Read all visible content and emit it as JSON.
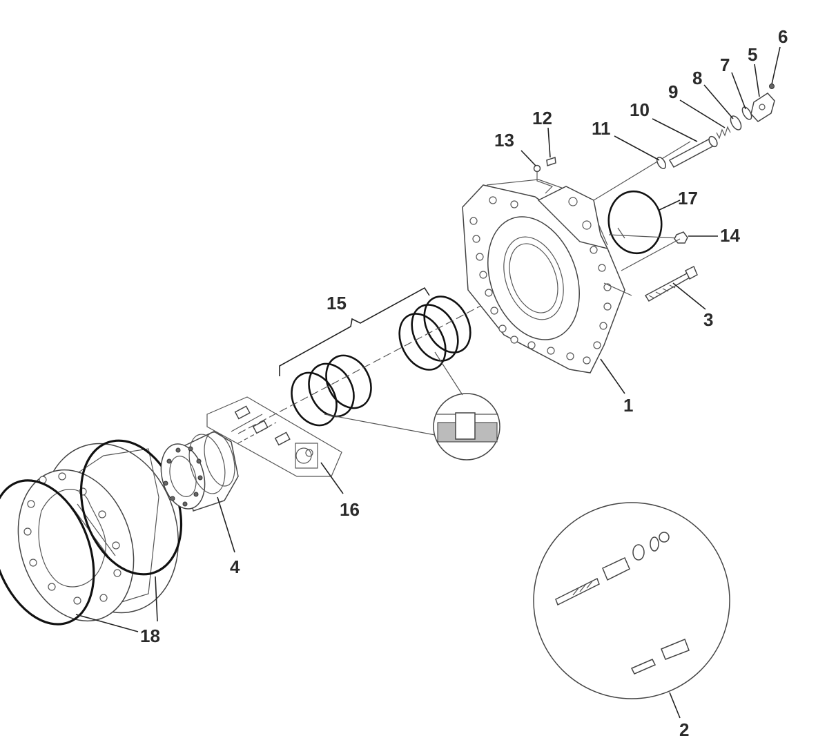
{
  "diagram": {
    "callouts": [
      "1",
      "2",
      "3",
      "4",
      "5",
      "6",
      "7",
      "8",
      "9",
      "10",
      "11",
      "12",
      "13",
      "14",
      "15",
      "16",
      "17",
      "18"
    ]
  }
}
